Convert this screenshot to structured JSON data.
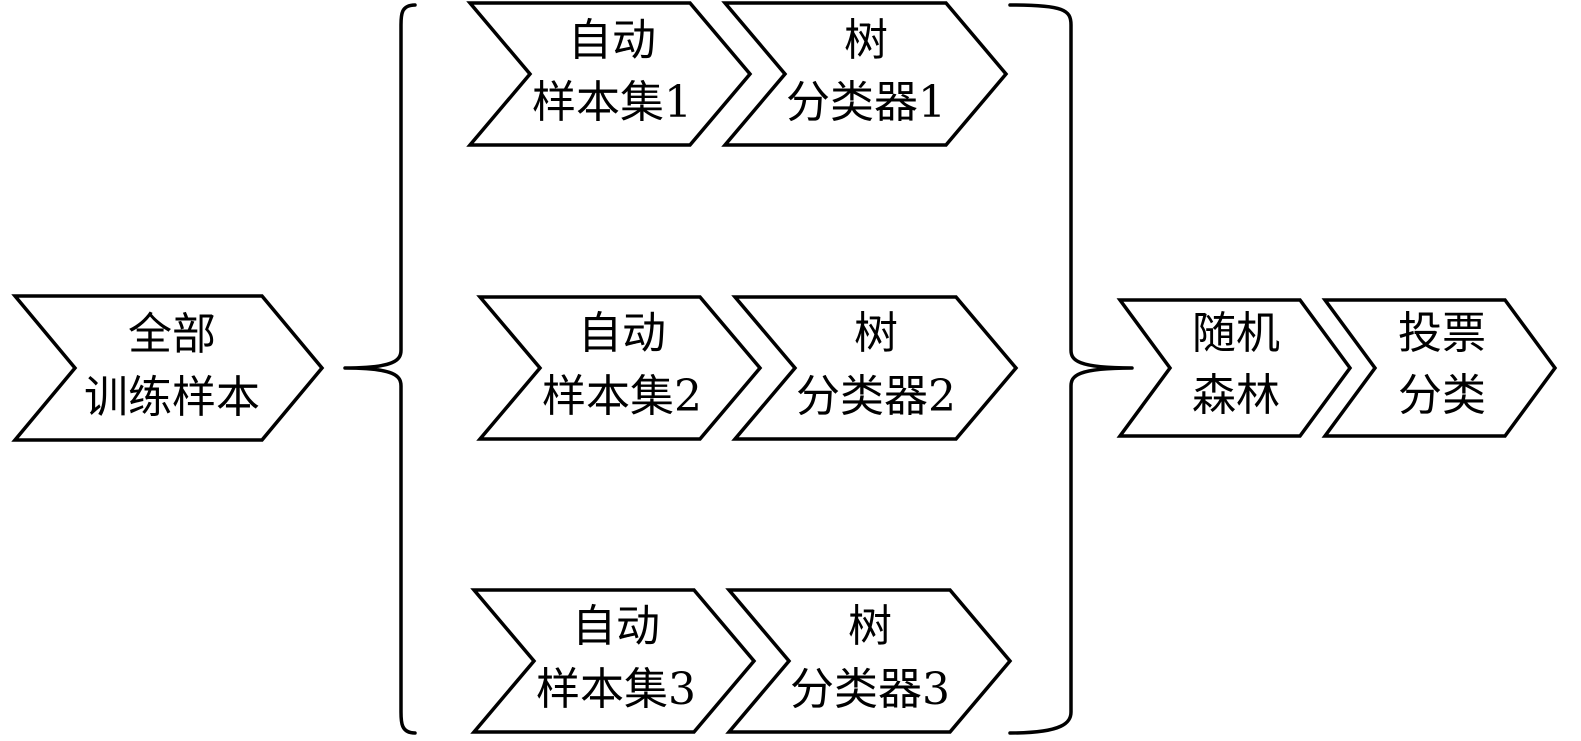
{
  "diagram": {
    "source": {
      "line1": "全部",
      "line2": "训练样本"
    },
    "branches": [
      {
        "sample": {
          "line1": "自动",
          "line2": "样本集1"
        },
        "tree": {
          "line1": "树",
          "line2": "分类器1"
        }
      },
      {
        "sample": {
          "line1": "自动",
          "line2": "样本集2"
        },
        "tree": {
          "line1": "树",
          "line2": "分类器2"
        }
      },
      {
        "sample": {
          "line1": "自动",
          "line2": "样本集3"
        },
        "tree": {
          "line1": "树",
          "line2": "分类器3"
        }
      }
    ],
    "forest": {
      "line1": "随机",
      "line2": "森林"
    },
    "vote": {
      "line1": "投票",
      "line2": "分类"
    }
  }
}
